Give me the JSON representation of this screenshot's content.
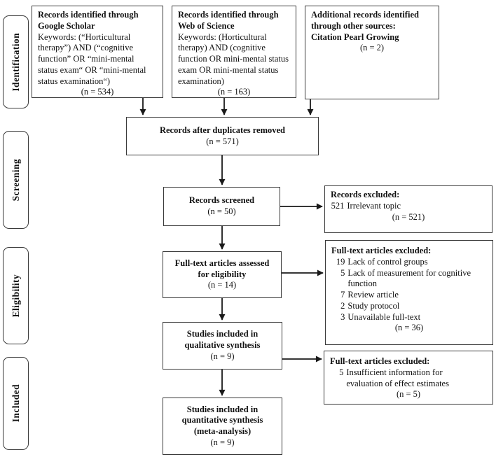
{
  "stages": [
    {
      "label": "Identification"
    },
    {
      "label": "Screening"
    },
    {
      "label": "Eligibility"
    },
    {
      "label": "Included"
    }
  ],
  "boxes": {
    "google_scholar": {
      "title": "Records identified through\nGoogle Scholar",
      "body": "Keywords: (“Horticultural\ntherapy”) AND (“cognitive\nfunction” OR “mini-mental\nstatus exam“ OR “mini-mental\nstatus examination“)",
      "count": "(n = 534)"
    },
    "web_of_science": {
      "title": "Records identified through\nWeb of Science",
      "body": "Keywords: (Horticultural\ntherapy) AND (cognitive\nfunction OR mini-mental status\nexam OR mini-mental status\nexamination)",
      "count": "(n = 163)"
    },
    "other_sources": {
      "title": "Additional records identified\nthrough other sources:\nCitation Pearl Growing",
      "count": "(n = 2)"
    },
    "duplicates_removed": {
      "title": "Records after duplicates removed",
      "count": "(n = 571)"
    },
    "records_screened": {
      "title": "Records screened",
      "count": "(n = 50)"
    },
    "records_excluded": {
      "title": "Records excluded:",
      "items": [
        {
          "n": "521",
          "text": "Irrelevant topic"
        }
      ],
      "count": "(n = 521)"
    },
    "fulltext_assessed": {
      "title": "Full-text articles assessed\nfor eligibility",
      "count": "(n = 14)"
    },
    "fulltext_excluded_eligibility": {
      "title": "Full-text articles excluded:",
      "items": [
        {
          "n": "19",
          "text": "Lack of control groups"
        },
        {
          "n": "5",
          "text": "Lack of measurement for cognitive\nfunction"
        },
        {
          "n": "7",
          "text": "Review article"
        },
        {
          "n": "2",
          "text": "Study protocol"
        },
        {
          "n": "3",
          "text": "Unavailable full-text"
        }
      ],
      "count": "(n = 36)"
    },
    "qualitative_synthesis": {
      "title": "Studies included in\nqualitative synthesis",
      "count": "(n = 9)"
    },
    "fulltext_excluded_included": {
      "title": "Full-text articles excluded:",
      "items": [
        {
          "n": "5",
          "text": "Insufficient information for\nevaluation of effect estimates"
        }
      ],
      "count": "(n = 5)"
    },
    "quantitative_synthesis": {
      "title": "Studies included in\nquantitative synthesis\n(meta-analysis)",
      "count": "(n = 9)"
    }
  }
}
